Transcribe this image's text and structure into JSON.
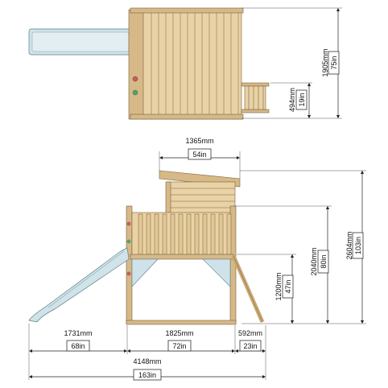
{
  "dimensions": {
    "top_height_mm": "1905mm",
    "top_height_in": "75in",
    "ladder_mm": "494mm",
    "ladder_in": "19in",
    "roof_width_mm": "1365mm",
    "roof_width_in": "54in",
    "total_height_mm": "2604mm",
    "total_height_in": "103in",
    "platform_top_mm": "2040mm",
    "platform_top_in": "80in",
    "deck_height_mm": "1200mm",
    "deck_height_in": "47in",
    "slide_len_mm": "1731mm",
    "slide_len_in": "68in",
    "frame_width_mm": "1825mm",
    "frame_width_in": "72in",
    "ladder_len_mm": "592mm",
    "ladder_len_in": "23in",
    "overall_mm": "4148mm",
    "overall_in": "163in"
  },
  "colors": {
    "wood": "#e9d3a6",
    "wood_dark": "#d6b987",
    "slide": "#cfe3e8",
    "line": "#222222"
  }
}
